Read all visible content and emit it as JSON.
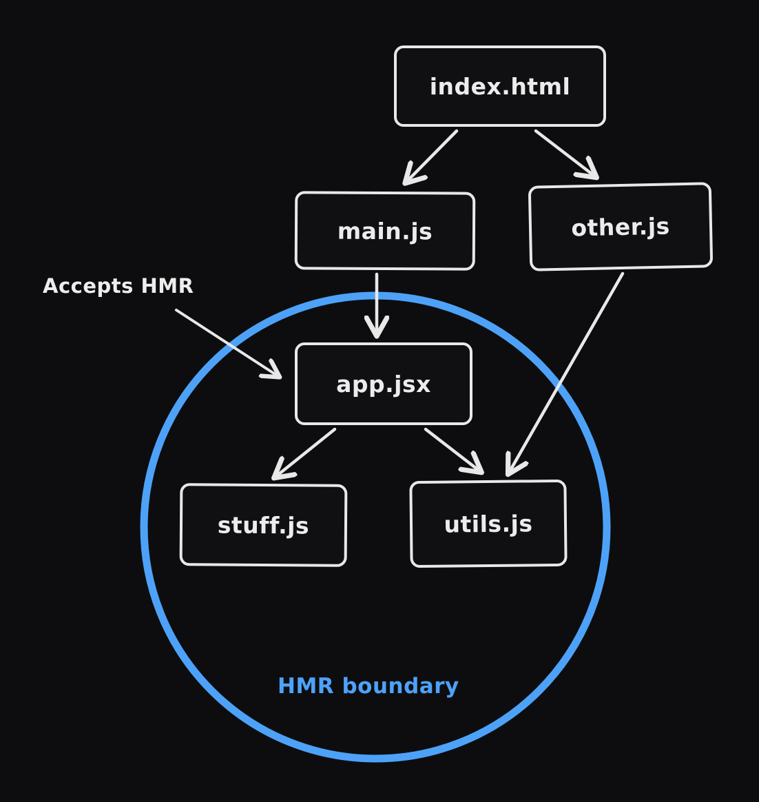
{
  "diagram": {
    "type": "module-dependency-graph",
    "colors": {
      "background": "#0d0d0f",
      "node_border": "#e8e8e8",
      "node_text": "#ececec",
      "arrow": "#e8e8e8",
      "boundary": "#4da2f8"
    },
    "nodes": [
      {
        "id": "index",
        "label": "index.html"
      },
      {
        "id": "main",
        "label": "main.js"
      },
      {
        "id": "other",
        "label": "other.js"
      },
      {
        "id": "app",
        "label": "app.jsx"
      },
      {
        "id": "stuff",
        "label": "stuff.js"
      },
      {
        "id": "utils",
        "label": "utils.js"
      }
    ],
    "edges": [
      {
        "from": "index.html",
        "to": "main.js"
      },
      {
        "from": "index.html",
        "to": "other.js"
      },
      {
        "from": "main.js",
        "to": "app.jsx"
      },
      {
        "from": "app.jsx",
        "to": "stuff.js"
      },
      {
        "from": "app.jsx",
        "to": "utils.js"
      },
      {
        "from": "other.js",
        "to": "utils.js"
      }
    ],
    "annotation": {
      "label": "Accepts HMR",
      "target": "app.jsx"
    },
    "boundary": {
      "label": "HMR boundary",
      "members": [
        "app.jsx",
        "stuff.js",
        "utils.js"
      ]
    }
  }
}
